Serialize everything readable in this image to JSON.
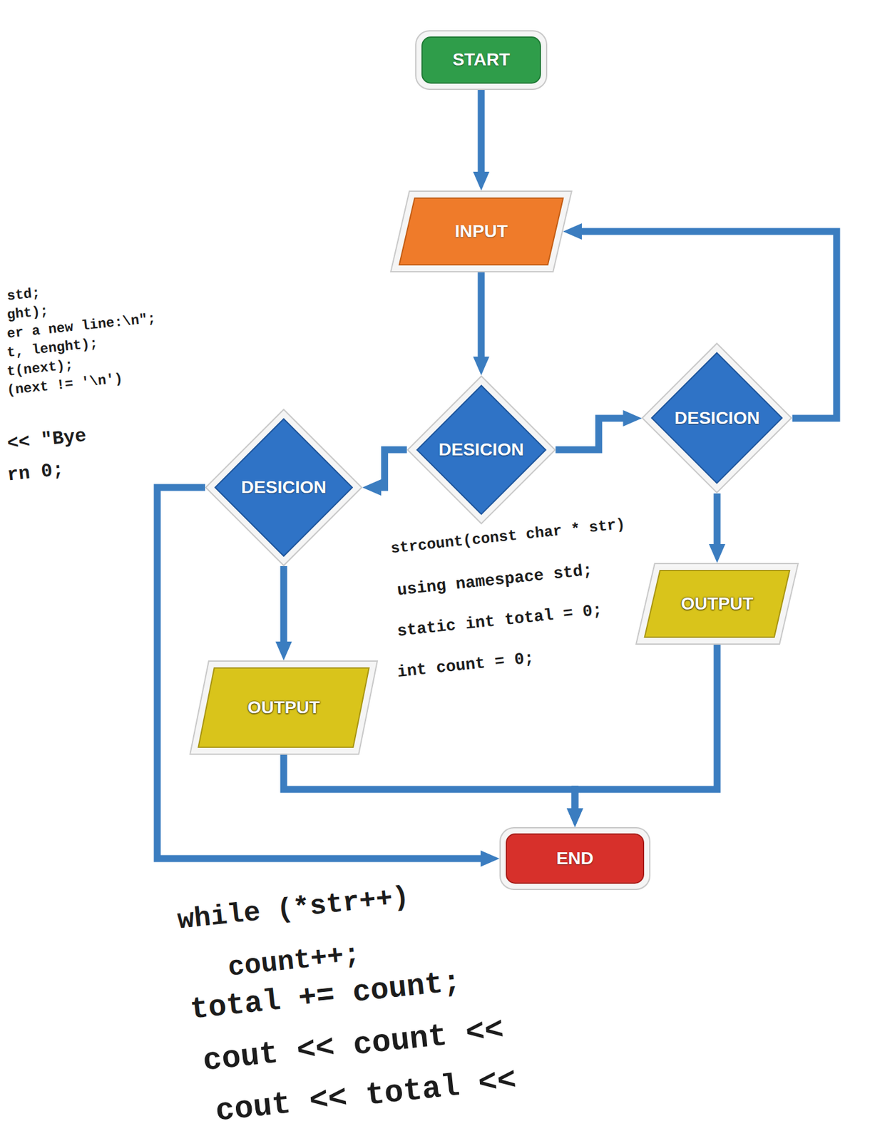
{
  "diagram": {
    "nodes": [
      {
        "text": [
          "START"
        ]
      },
      {
        "text": [
          "INPUT"
        ]
      },
      {
        "text": [
          "DESICION"
        ]
      },
      {
        "text": [
          "DESICION"
        ]
      },
      {
        "text": [
          "DESICION"
        ]
      },
      {
        "text": [
          "OUTPUT"
        ]
      },
      {
        "text": [
          "OUTPUT"
        ]
      },
      {
        "text": [
          "END"
        ]
      }
    ],
    "edges": [
      {
        "from": 0,
        "to": 1,
        "arrow": "to"
      },
      {
        "from": 1,
        "to": 3,
        "arrow": "to"
      },
      {
        "from": 3,
        "to": 2,
        "arrow": "to"
      },
      {
        "from": 3,
        "to": 4,
        "arrow": "to"
      },
      {
        "from": 4,
        "to": 1,
        "arrow": "to"
      },
      {
        "from": 2,
        "to": 5,
        "arrow": "to"
      },
      {
        "from": 4,
        "to": 6,
        "arrow": "to"
      },
      {
        "from": 2,
        "to": 7,
        "arrow": "to"
      },
      {
        "from": 5,
        "to": 7,
        "arrow": "to"
      },
      {
        "from": 6,
        "to": 7,
        "arrow": "to"
      }
    ],
    "labels": [
      "std;",
      "ght);",
      "er a new line:\\n\";",
      "t, lenght);",
      "t(next);",
      "(next != '\\n')",
      "<< \"Bye",
      "rn 0;",
      "strcount(const char * str)",
      "using namespace std;",
      "static int total = 0;",
      "int count = 0;",
      "while (*str++)",
      "count++;",
      "total += count;",
      "cout << count <<",
      "cout << total <<"
    ]
  }
}
